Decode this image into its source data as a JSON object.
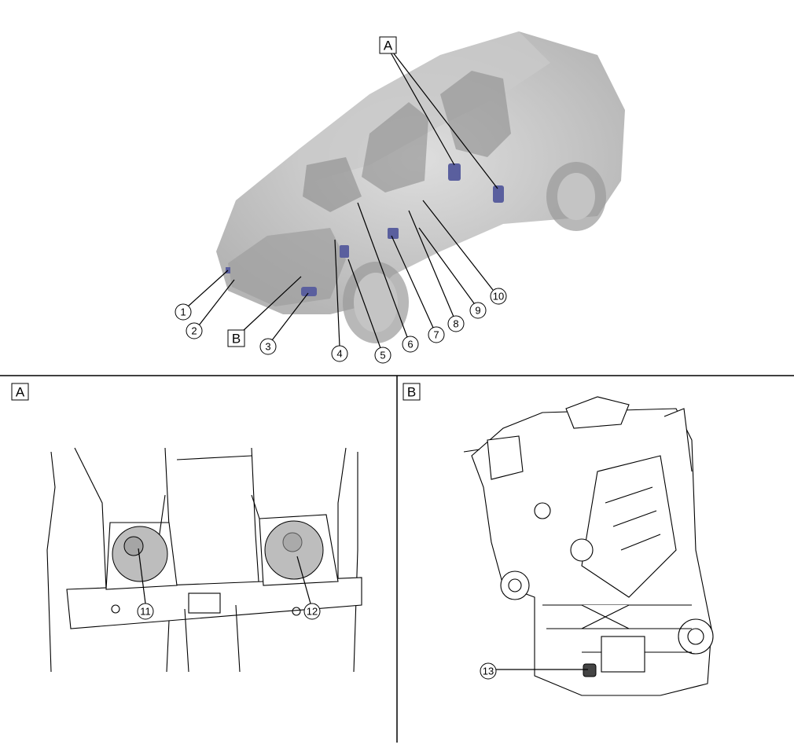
{
  "overview": {
    "box_labels": [
      "A",
      "B"
    ],
    "callouts": [
      "1",
      "2",
      "3",
      "4",
      "5",
      "6",
      "7",
      "8",
      "9",
      "10"
    ]
  },
  "panel_a": {
    "label": "A",
    "callouts": [
      "11",
      "12"
    ]
  },
  "panel_b": {
    "label": "B",
    "callouts": [
      "13"
    ]
  },
  "colors": {
    "component_highlight": "#5a5f9e",
    "vehicle_body": "#b8b8b8",
    "line": "#000000"
  }
}
